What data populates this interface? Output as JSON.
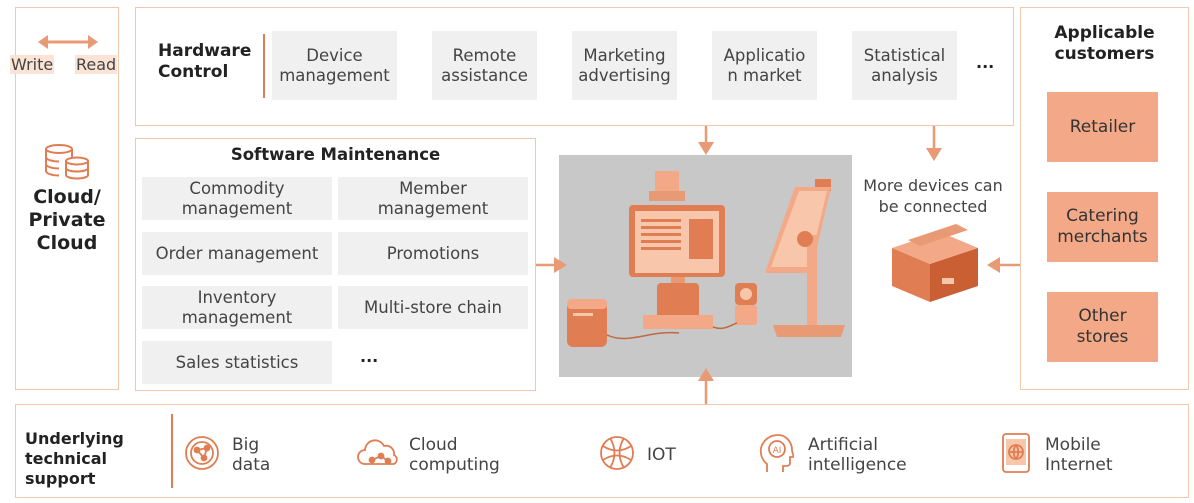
{
  "left_panel": {
    "write_label": "Write",
    "read_label": "Read",
    "cloud_label": "Cloud/\nPrivate\nCloud"
  },
  "hardware": {
    "title": "Hardware\nControl",
    "items": [
      "Device\nmanagement",
      "Remote\nassistance",
      "Marketing\nadvertising",
      "Applicatio\nn market",
      "Statistical\nanalysis"
    ],
    "ellipsis": "···"
  },
  "software": {
    "title": "Software Maintenance",
    "items": [
      "Commodity\nmanagement",
      "Member\nmanagement",
      "Order management",
      "Promotions",
      "Inventory\nmanagement",
      "Multi-store chain",
      "Sales statistics",
      "···"
    ]
  },
  "center": {
    "more_devices": "More devices can\nbe connected"
  },
  "customers": {
    "title": "Applicable\ncustomers",
    "items": [
      "Retailer",
      "Catering\nmerchants",
      "Other\nstores"
    ]
  },
  "tech": {
    "title": "Underlying\ntechnical\nsupport",
    "items": [
      {
        "label": "Big\ndata",
        "icon": "big-data-icon"
      },
      {
        "label": "Cloud\ncomputing",
        "icon": "cloud-computing-icon"
      },
      {
        "label": "IOT",
        "icon": "iot-icon"
      },
      {
        "label": "Artificial\nintelligence",
        "icon": "ai-icon"
      },
      {
        "label": "Mobile\nInternet",
        "icon": "mobile-internet-icon"
      }
    ]
  },
  "colors": {
    "accent": "#e07d52",
    "border": "#f0c8ae",
    "box_gray": "#f0f0f0",
    "customer_box": "#f3a987",
    "device_bg": "#c8c8c8"
  }
}
